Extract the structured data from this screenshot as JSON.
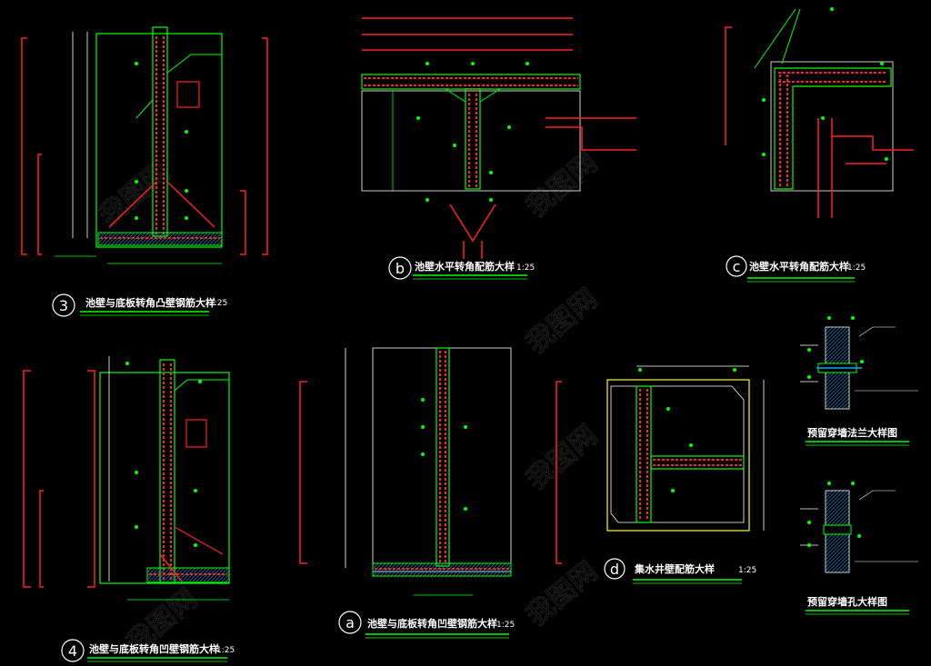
{
  "drawings": {
    "d3": {
      "badge": "3",
      "title": "池壁与底板转角凸壁钢筋大样",
      "scale": "1:25"
    },
    "db": {
      "badge": "b",
      "title": "池壁水平转角配筋大样",
      "scale": "1:25"
    },
    "dc": {
      "badge": "c",
      "title": "池壁水平转角配筋大样",
      "scale": "1:25"
    },
    "d4": {
      "badge": "4",
      "title": "池壁与底板转角凹壁钢筋大样",
      "scale": "1:25"
    },
    "da": {
      "badge": "a",
      "title": "池壁与底板转角凹壁钢筋大样",
      "scale": "1:25"
    },
    "dd": {
      "badge": "d",
      "title": "集水井壁配筋大样",
      "scale": "1:25"
    },
    "de": {
      "title": "预留穿墙法兰大样图"
    },
    "df": {
      "title": "预留穿墙孔大样图"
    }
  },
  "watermark": {
    "text": "我图网"
  },
  "colors": {
    "background": "#000000",
    "outline": "#00ff00",
    "rebar": "#ff2020",
    "dim": "#ffffff",
    "frame": "#ffff00"
  }
}
